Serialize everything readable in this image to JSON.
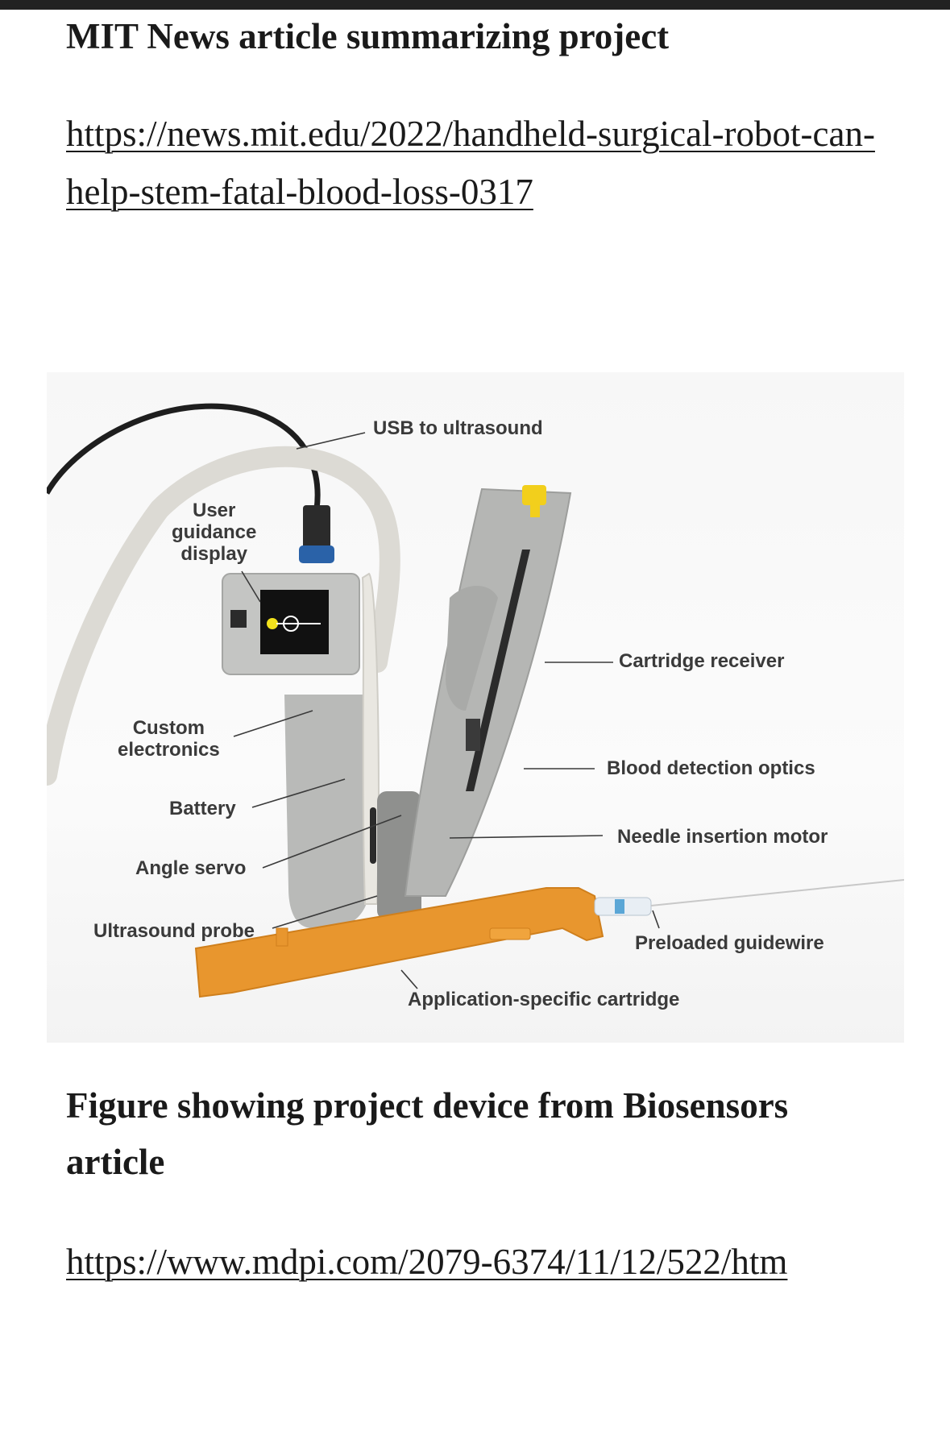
{
  "sections": [
    {
      "heading": "MIT News article summarizing project",
      "link": "https://news.mit.edu/2022/handheld-surgical-robot-can-help-stem-fatal-blood-loss-0317"
    },
    {
      "heading": "Figure showing project device from Biosensors article",
      "link": "https://www.mdpi.com/2079-6374/11/12/522/htm"
    }
  ],
  "figure": {
    "labels": {
      "usb": "USB to ultrasound",
      "display": "User\nguidance\ndisplay",
      "cartridge_receiver": "Cartridge receiver",
      "electronics": "Custom\nelectronics",
      "blood_optics": "Blood detection optics",
      "battery": "Battery",
      "needle_motor": "Needle insertion motor",
      "angle_servo": "Angle servo",
      "ultrasound_probe": "Ultrasound probe",
      "guidewire": "Preloaded guidewire",
      "cartridge": "Application-specific cartridge"
    }
  },
  "colors": {
    "device_gray": "#b9bab8",
    "cartridge_orange": "#e8962e",
    "cable_white": "#dcdad4",
    "cable_black": "#1e1e1e",
    "connector_blue": "#2a62a8",
    "knob_yellow": "#f2cf1c"
  }
}
